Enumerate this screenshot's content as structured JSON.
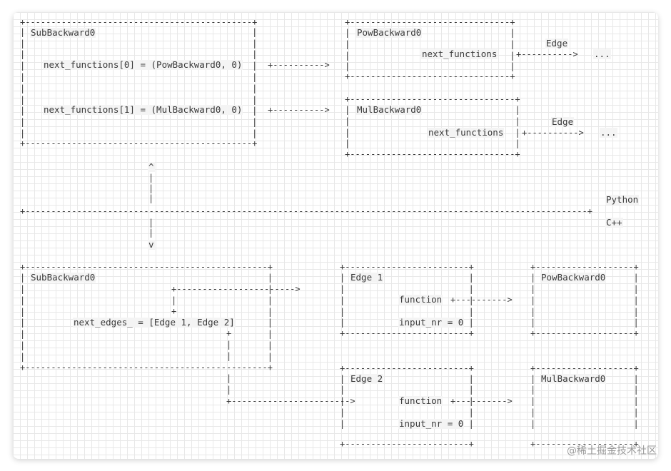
{
  "top": {
    "sub": {
      "title": "SubBackward0",
      "nf0": "next_functions[0] = (PowBackward0, 0)",
      "nf1": "next_functions[1] = (MulBackward0, 0)"
    },
    "pow": {
      "title": "PowBackward0",
      "nf": "next_functions",
      "edge": "Edge",
      "dots": "..."
    },
    "mul": {
      "title": "MulBackward0",
      "nf": "next_functions",
      "edge": "Edge",
      "dots": "..."
    }
  },
  "divider": {
    "python": "Python",
    "cpp": "C++",
    "up_arrow": "^",
    "down_arrow": "v"
  },
  "bottom": {
    "sub": {
      "title": "SubBackward0",
      "next_edges": "next_edges_ = [Edge 1, Edge 2]"
    },
    "edge1": {
      "title": "Edge 1",
      "function": "function",
      "input_nr": "input_nr = 0"
    },
    "edge2": {
      "title": "Edge 2",
      "function": "function",
      "input_nr": "input_nr = 0"
    },
    "pow": {
      "title": "PowBackward0"
    },
    "mul": {
      "title": "MulBackward0"
    }
  },
  "watermark": "@稀土掘金技术社区"
}
